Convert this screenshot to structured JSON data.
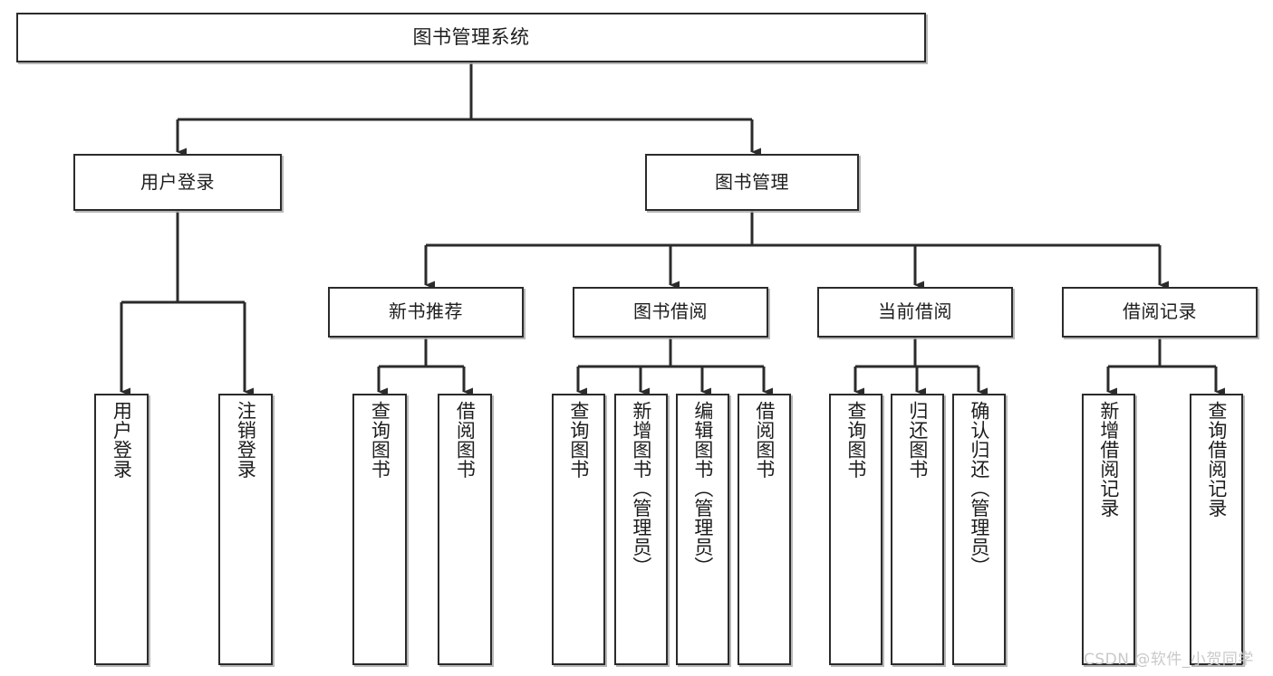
{
  "diagram": {
    "title": "图书管理系统",
    "type": "tree",
    "background_color": "#ffffff",
    "line_color": "#2b2b2b",
    "box_border_color": "#2b2b2b",
    "text_color": "#1d1d1d",
    "shadow_color": "#aaaaaa"
  },
  "nodes": {
    "root": {
      "label": "图书管理系统",
      "level": 1
    },
    "level2": [
      {
        "id": "user-login",
        "label": "用户登录"
      },
      {
        "id": "book-manage",
        "label": "图书管理"
      }
    ],
    "level3": [
      {
        "id": "new-book-recommend",
        "label": "新书推荐",
        "parent": "book-manage"
      },
      {
        "id": "book-borrow",
        "label": "图书借阅",
        "parent": "book-manage"
      },
      {
        "id": "current-borrow",
        "label": "当前借阅",
        "parent": "book-manage"
      },
      {
        "id": "borrow-record",
        "label": "借阅记录",
        "parent": "book-manage"
      }
    ],
    "leaves": [
      {
        "id": "leaf-user-login",
        "label": "用户登录",
        "parent": "user-login"
      },
      {
        "id": "leaf-logout",
        "label": "注销登录",
        "parent": "user-login"
      },
      {
        "id": "leaf-query-book-1",
        "label": "查询图书",
        "parent": "new-book-recommend"
      },
      {
        "id": "leaf-borrow-book-1",
        "label": "借阅图书",
        "parent": "new-book-recommend"
      },
      {
        "id": "leaf-query-book-2",
        "label": "查询图书",
        "parent": "book-borrow"
      },
      {
        "id": "leaf-add-book",
        "label": "新增图书（管理员）",
        "parent": "book-borrow"
      },
      {
        "id": "leaf-edit-book",
        "label": "编辑图书（管理员）",
        "parent": "book-borrow"
      },
      {
        "id": "leaf-borrow-book-2",
        "label": "借阅图书",
        "parent": "book-borrow"
      },
      {
        "id": "leaf-query-book-3",
        "label": "查询图书",
        "parent": "current-borrow"
      },
      {
        "id": "leaf-return-book",
        "label": "归还图书",
        "parent": "current-borrow"
      },
      {
        "id": "leaf-confirm-return",
        "label": "确认归还（管理员）",
        "parent": "current-borrow"
      },
      {
        "id": "leaf-add-record",
        "label": "新增借阅记录",
        "parent": "borrow-record"
      },
      {
        "id": "leaf-query-record",
        "label": "查询借阅记录",
        "parent": "borrow-record"
      }
    ]
  },
  "watermark": {
    "text": "CSDN @软件_小贺同学"
  }
}
